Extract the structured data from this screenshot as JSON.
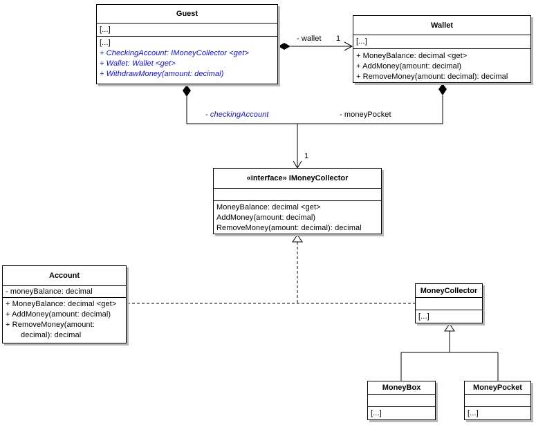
{
  "colors": {
    "line": "#000000",
    "box_fill": "#ffffff",
    "shadow": "#b8b8b8",
    "accent_blue": "#0a0aff"
  },
  "classes": {
    "guest": {
      "title": "Guest",
      "attributes": [
        "[...]"
      ],
      "members": [
        "[...]",
        "+ CheckingAccount: IMoneyCollector <get>",
        "+ Wallet: Wallet <get>",
        "+ WithdrawMoney(amount: decimal)"
      ]
    },
    "wallet": {
      "title": "Wallet",
      "attributes": [
        "[...]"
      ],
      "members": [
        "+ MoneyBalance: decimal <get>",
        "+ AddMoney(amount: decimal)",
        "+ RemoveMoney(amount: decimal): decimal"
      ]
    },
    "imoneycollector": {
      "title": "«interface» IMoneyCollector",
      "members": [
        "MoneyBalance: decimal <get>",
        "AddMoney(amount: decimal)",
        "RemoveMoney(amount: decimal): decimal"
      ]
    },
    "account": {
      "title": "Account",
      "attributes": [
        "- moneyBalance: decimal"
      ],
      "members": [
        "+ MoneyBalance: decimal <get>",
        "+ AddMoney(amount: decimal)",
        "+ RemoveMoney(amount:",
        "decimal): decimal"
      ]
    },
    "moneycollector": {
      "title": "MoneyCollector",
      "members": [
        "[...]"
      ]
    },
    "moneybox": {
      "title": "MoneyBox",
      "members": [
        "[...]"
      ]
    },
    "moneypocket": {
      "title": "MoneyPocket",
      "members": [
        "[...]"
      ]
    }
  },
  "edge_labels": {
    "wallet_role": "- wallet",
    "wallet_multiplicity": "1",
    "checking_account_role": "- checkingAccount",
    "money_pocket_role": "- moneyPocket",
    "collector_multiplicity": "1"
  }
}
